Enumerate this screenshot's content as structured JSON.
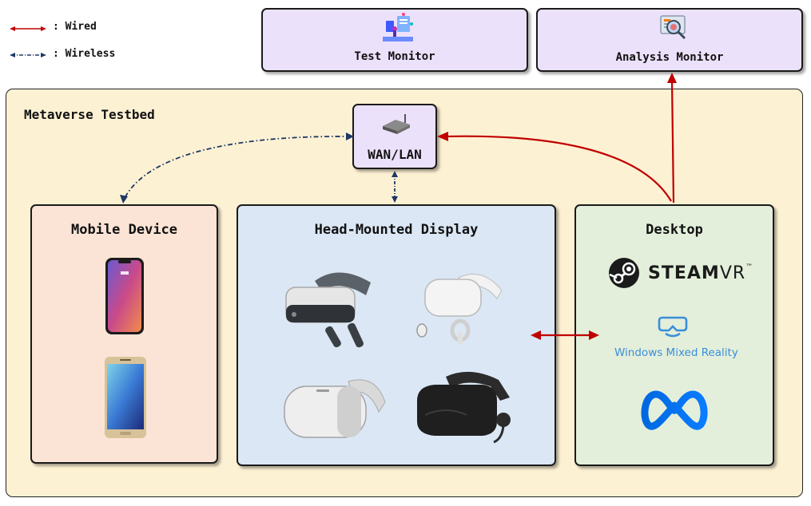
{
  "legend": {
    "wired_label": ": Wired",
    "wireless_label": ": Wireless",
    "wired_color": "#c00000",
    "wireless_color": "#1f3864"
  },
  "monitors": {
    "test": {
      "label": "Test Monitor",
      "icon": "test-monitor-illustration"
    },
    "analysis": {
      "label": "Analysis Monitor",
      "icon": "analysis-magnifier-illustration"
    }
  },
  "testbed": {
    "label": "Metaverse Testbed",
    "router": {
      "label": "WAN/LAN",
      "icon": "router-icon"
    },
    "mobile": {
      "label": "Mobile Device",
      "devices": [
        "iphone-x",
        "galaxy-note5"
      ]
    },
    "hmd": {
      "label": "Head-Mounted Display",
      "devices": [
        "pico-neo",
        "oculus-quest-2",
        "oculus-go",
        "samsung-odyssey"
      ]
    },
    "desktop": {
      "label": "Desktop",
      "platforms": {
        "steam": {
          "name": "STEAM",
          "suffix": "VR",
          "tm": "™"
        },
        "wmr": {
          "name": "Windows Mixed Reality"
        },
        "meta": {
          "icon": "meta-logo"
        }
      }
    }
  },
  "colors": {
    "monitor_fill": "#ece1fb",
    "testbed_fill": "#fdf1d3",
    "mobile_fill": "#fbe4d6",
    "hmd_fill": "#dbe7f4",
    "desktop_fill": "#e3efdb",
    "router_fill": "#ece1fb"
  }
}
